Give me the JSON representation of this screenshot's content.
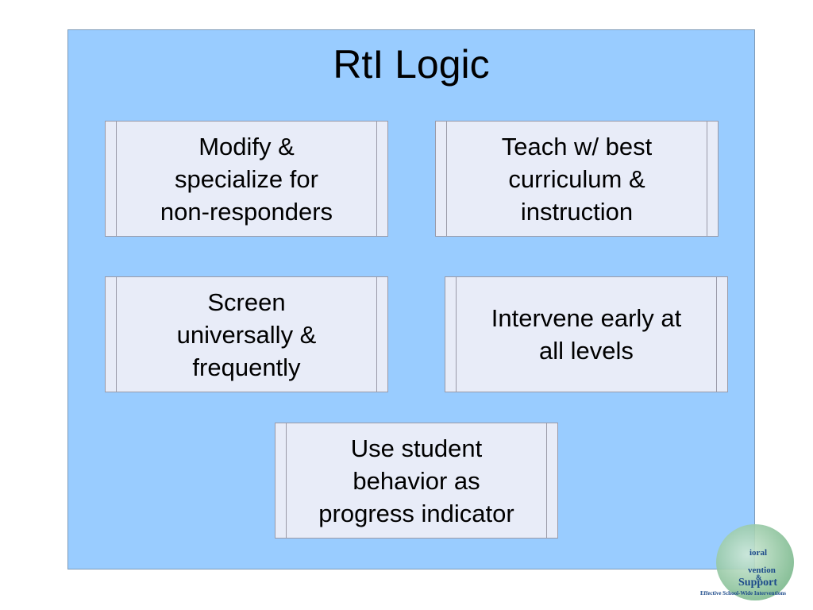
{
  "slide": {
    "title": "RtI Logic",
    "boxes": [
      {
        "lines": [
          "Modify &",
          "specialize for",
          "non-responders"
        ]
      },
      {
        "lines": [
          "Teach w/ best",
          "curriculum &",
          "instruction"
        ]
      },
      {
        "lines": [
          "Screen",
          "universally &",
          "frequently"
        ]
      },
      {
        "lines": [
          "Intervene early at",
          "all levels"
        ]
      },
      {
        "lines": [
          "Use student",
          "behavior as",
          "progress indicator"
        ]
      }
    ]
  },
  "logo": {
    "line1": "ioral",
    "line2": "vention",
    "line3": "&",
    "line4": "Support",
    "tagline": "Effective School-Wide Interventions"
  },
  "colors": {
    "panel": "#99ccff",
    "box": "#e8ecf8"
  }
}
